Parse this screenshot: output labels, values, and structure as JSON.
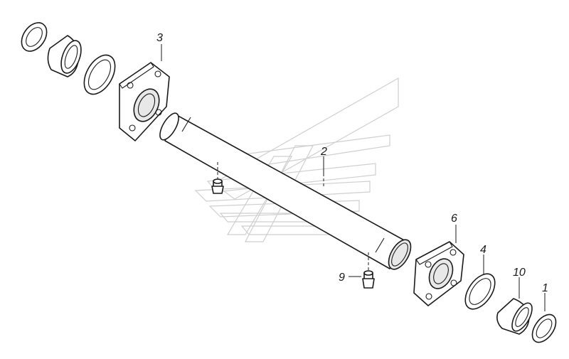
{
  "callouts": {
    "c1": "1",
    "c2": "2",
    "c3": "3",
    "c4": "4",
    "c6": "6",
    "c9": "9",
    "c10": "10"
  },
  "colors": {
    "line": "#1a1a1a",
    "watermark": "#cfcfcf",
    "background": "#ffffff"
  }
}
